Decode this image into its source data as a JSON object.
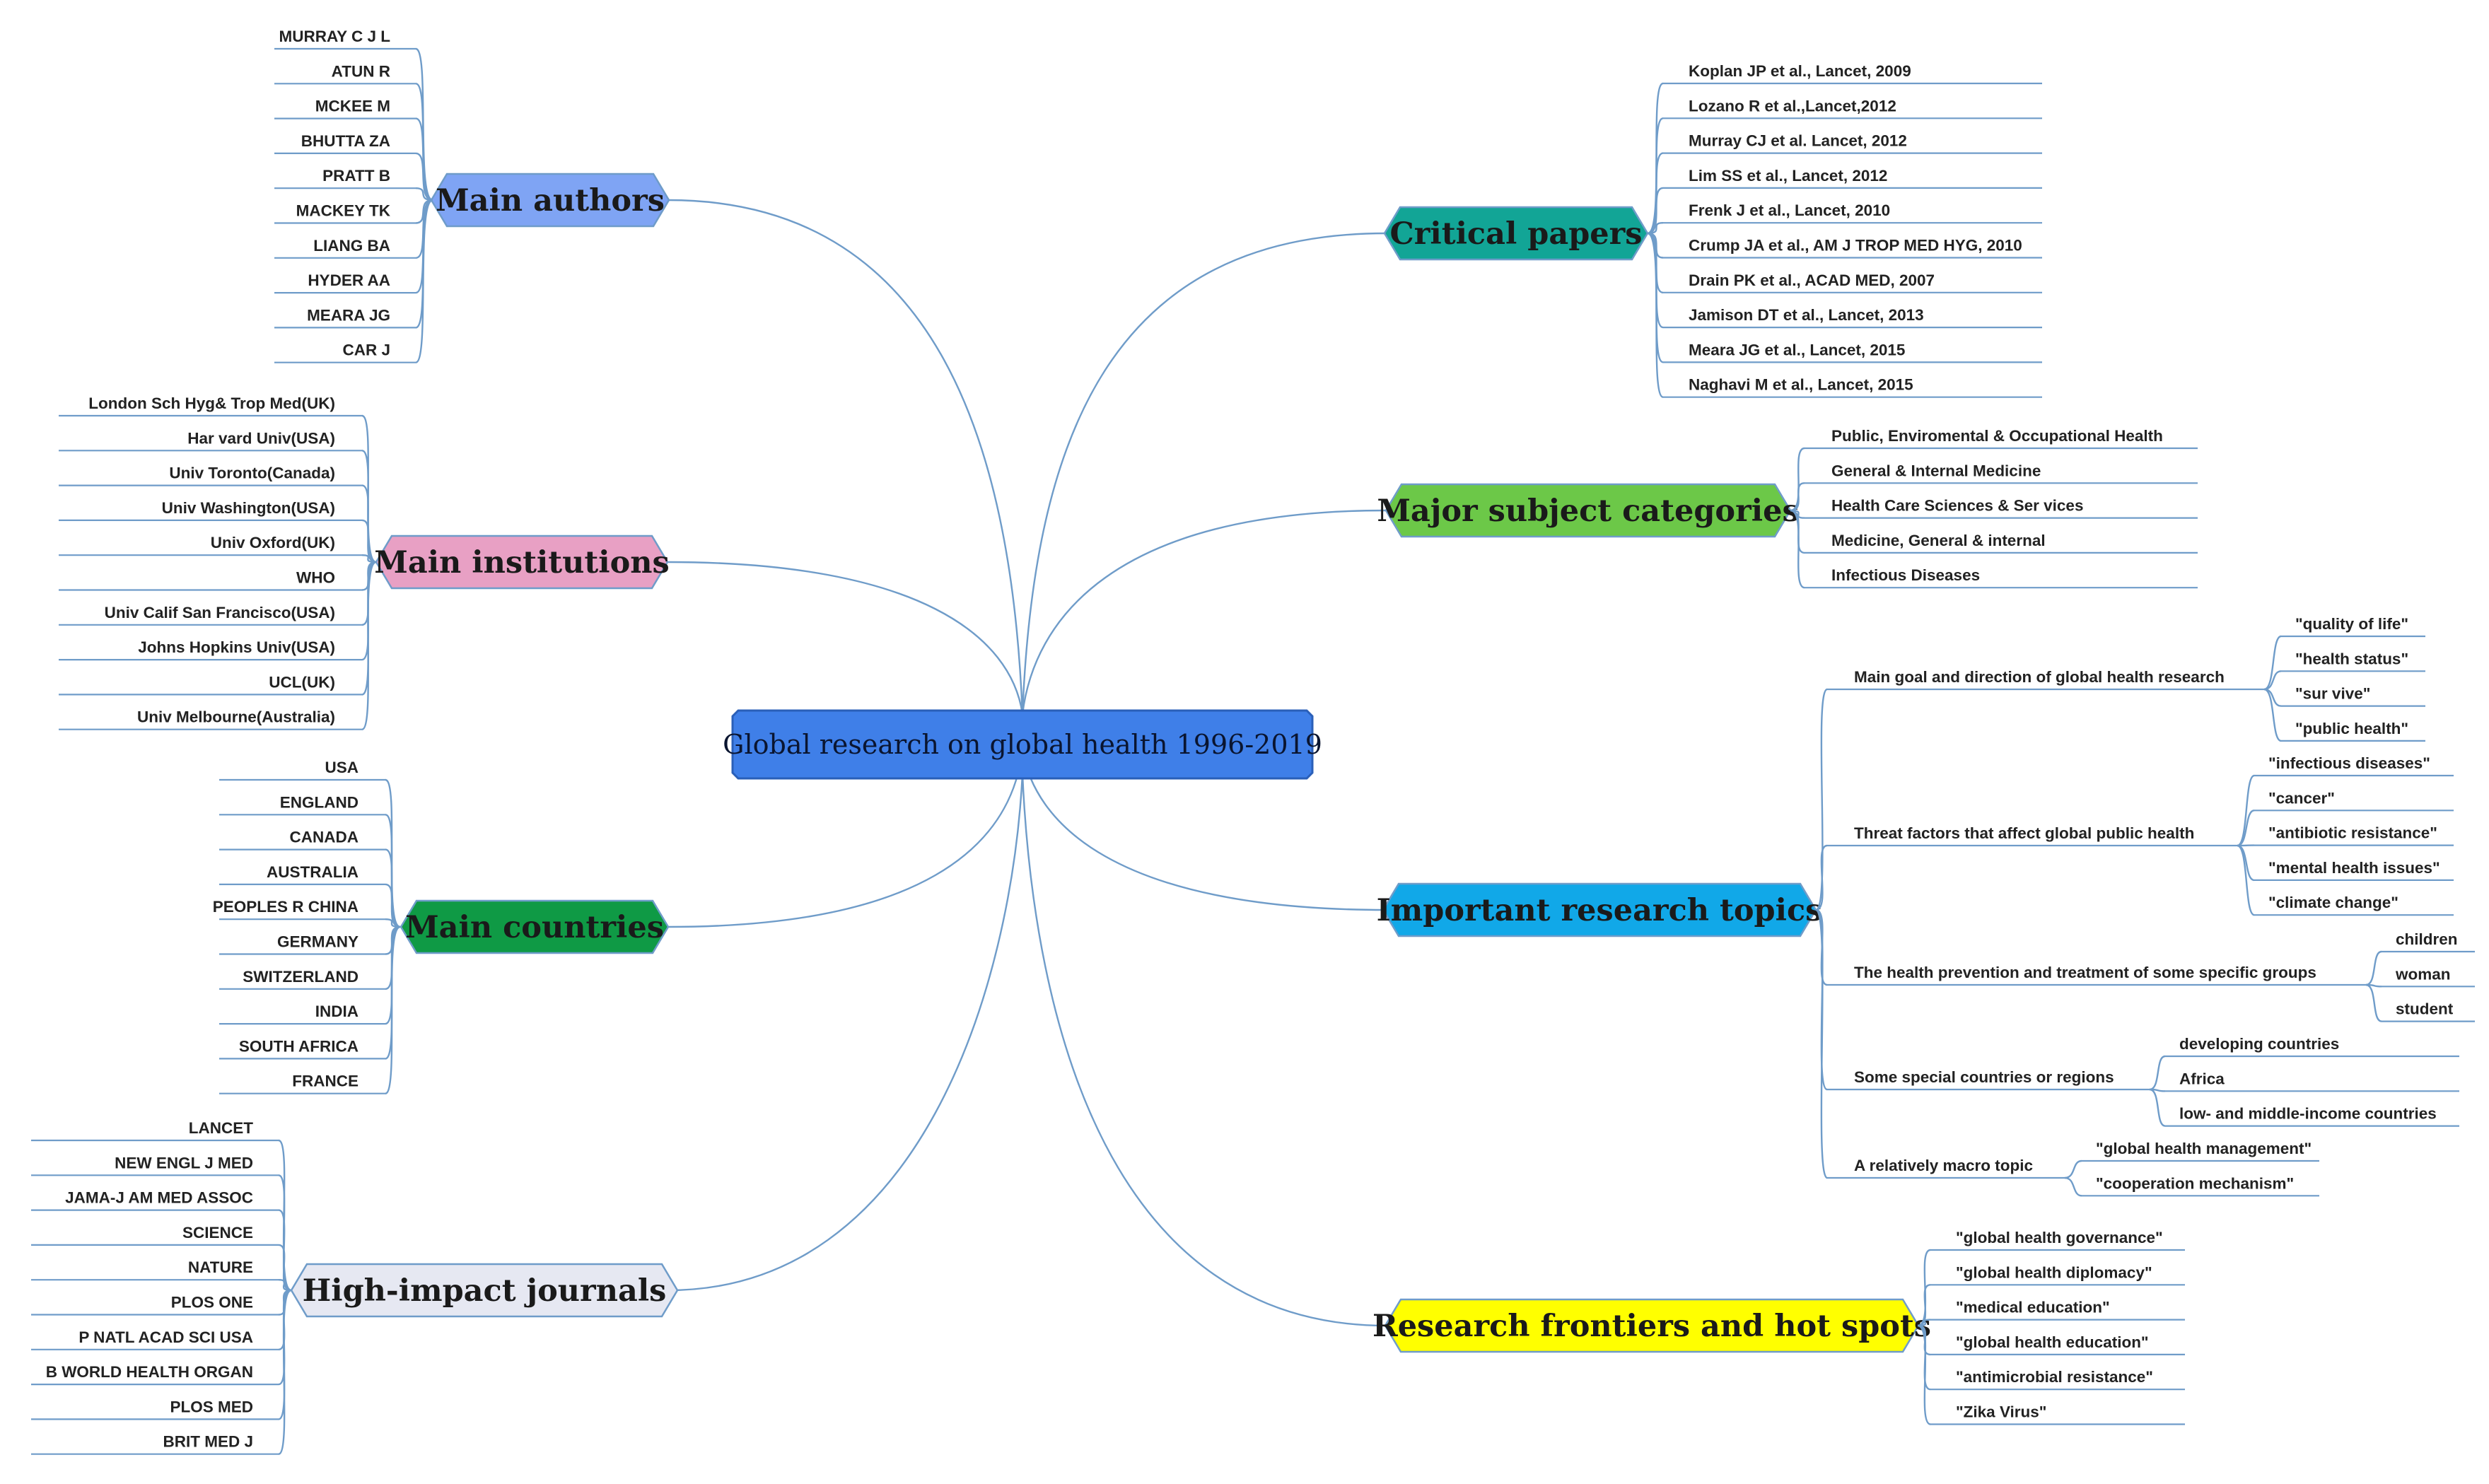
{
  "colors": {
    "line": "#6f9cc9",
    "central": "#3f7fe8",
    "authors": "#7fa4f4",
    "institutions": "#e8a0c4",
    "countries": "#0f9a45",
    "journals": "#e6e8f2",
    "papers": "#12a596",
    "categories": "#6cc848",
    "topics": "#11a8e8",
    "frontiers": "#ffff00"
  },
  "central": {
    "title": "Global research on global health 1996-2019"
  },
  "branches": {
    "authors": {
      "title": "Main authors",
      "items": [
        "MURRAY C J L",
        "ATUN R",
        "MCKEE M",
        "BHUTTA ZA",
        "PRATT B",
        "MACKEY TK",
        "LIANG BA",
        "HYDER AA",
        "MEARA JG",
        "CAR J"
      ]
    },
    "institutions": {
      "title": "Main institutions",
      "items": [
        "London Sch Hyg& Trop Med(UK)",
        "Har vard Univ(USA)",
        "Univ Toronto(Canada)",
        "Univ Washington(USA)",
        "Univ Oxford(UK)",
        "WHO",
        "Univ Calif San Francisco(USA)",
        "Johns Hopkins Univ(USA)",
        "UCL(UK)",
        "Univ Melbourne(Australia)"
      ]
    },
    "countries": {
      "title": "Main countries",
      "items": [
        "USA",
        "ENGLAND",
        "CANADA",
        "AUSTRALIA",
        "PEOPLES R CHINA",
        "GERMANY",
        "SWITZERLAND",
        "INDIA",
        "SOUTH AFRICA",
        "FRANCE"
      ]
    },
    "journals": {
      "title": "High-impact journals",
      "items": [
        "LANCET",
        "NEW ENGL J MED",
        "JAMA-J AM MED ASSOC",
        "SCIENCE",
        "NATURE",
        "PLOS ONE",
        "P NATL ACAD SCI USA",
        "B WORLD HEALTH ORGAN",
        "PLOS MED",
        "BRIT MED J"
      ]
    },
    "papers": {
      "title": "Critical papers",
      "items": [
        "Koplan JP et al., Lancet, 2009",
        "Lozano R et al.,Lancet,2012",
        "Murray CJ et al. Lancet, 2012",
        "Lim SS et al., Lancet, 2012",
        "Frenk J et al., Lancet, 2010",
        "Crump JA et al., AM J TROP MED HYG, 2010",
        "Drain PK et al., ACAD MED, 2007",
        "Jamison DT et al., Lancet, 2013",
        "Meara JG et al., Lancet, 2015",
        "Naghavi M et al., Lancet, 2015"
      ]
    },
    "categories": {
      "title": "Major subject categories",
      "items": [
        "Public, Enviromental & Occupational Health",
        "General & Internal Medicine",
        "Health Care Sciences & Ser vices",
        "Medicine, General & internal",
        "Infectious Diseases"
      ]
    },
    "topics": {
      "title": "Important research topics",
      "groups": [
        {
          "label": "Main goal and direction of global health research",
          "items": [
            "\"quality of life\"",
            "\"health status\"",
            "\"sur vive\"",
            "\"public health\""
          ]
        },
        {
          "label": "Threat factors that  affect global public health",
          "items": [
            "\"infectious diseases\"",
            "\"cancer\"",
            "\"antibiotic resistance\"",
            "\"mental health issues\"",
            "\"climate change\""
          ]
        },
        {
          "label": "The health prevention and treatment of some specific groups",
          "items": [
            "children",
            "woman",
            "student"
          ]
        },
        {
          "label": "Some special countries or regions",
          "items": [
            "developing countries",
            "Africa",
            "low- and middle-income countries"
          ]
        },
        {
          "label": "A relatively macro topic",
          "items": [
            "\"global health management\"",
            "\"cooperation mechanism\""
          ]
        }
      ]
    },
    "frontiers": {
      "title": "Research frontiers and hot spots",
      "items": [
        "\"global health governance\"",
        "\"global health diplomacy\"",
        "\"medical education\"",
        "\"global health education\"",
        "\"antimicrobial resistance\"",
        "\"Zika Virus\""
      ]
    }
  }
}
